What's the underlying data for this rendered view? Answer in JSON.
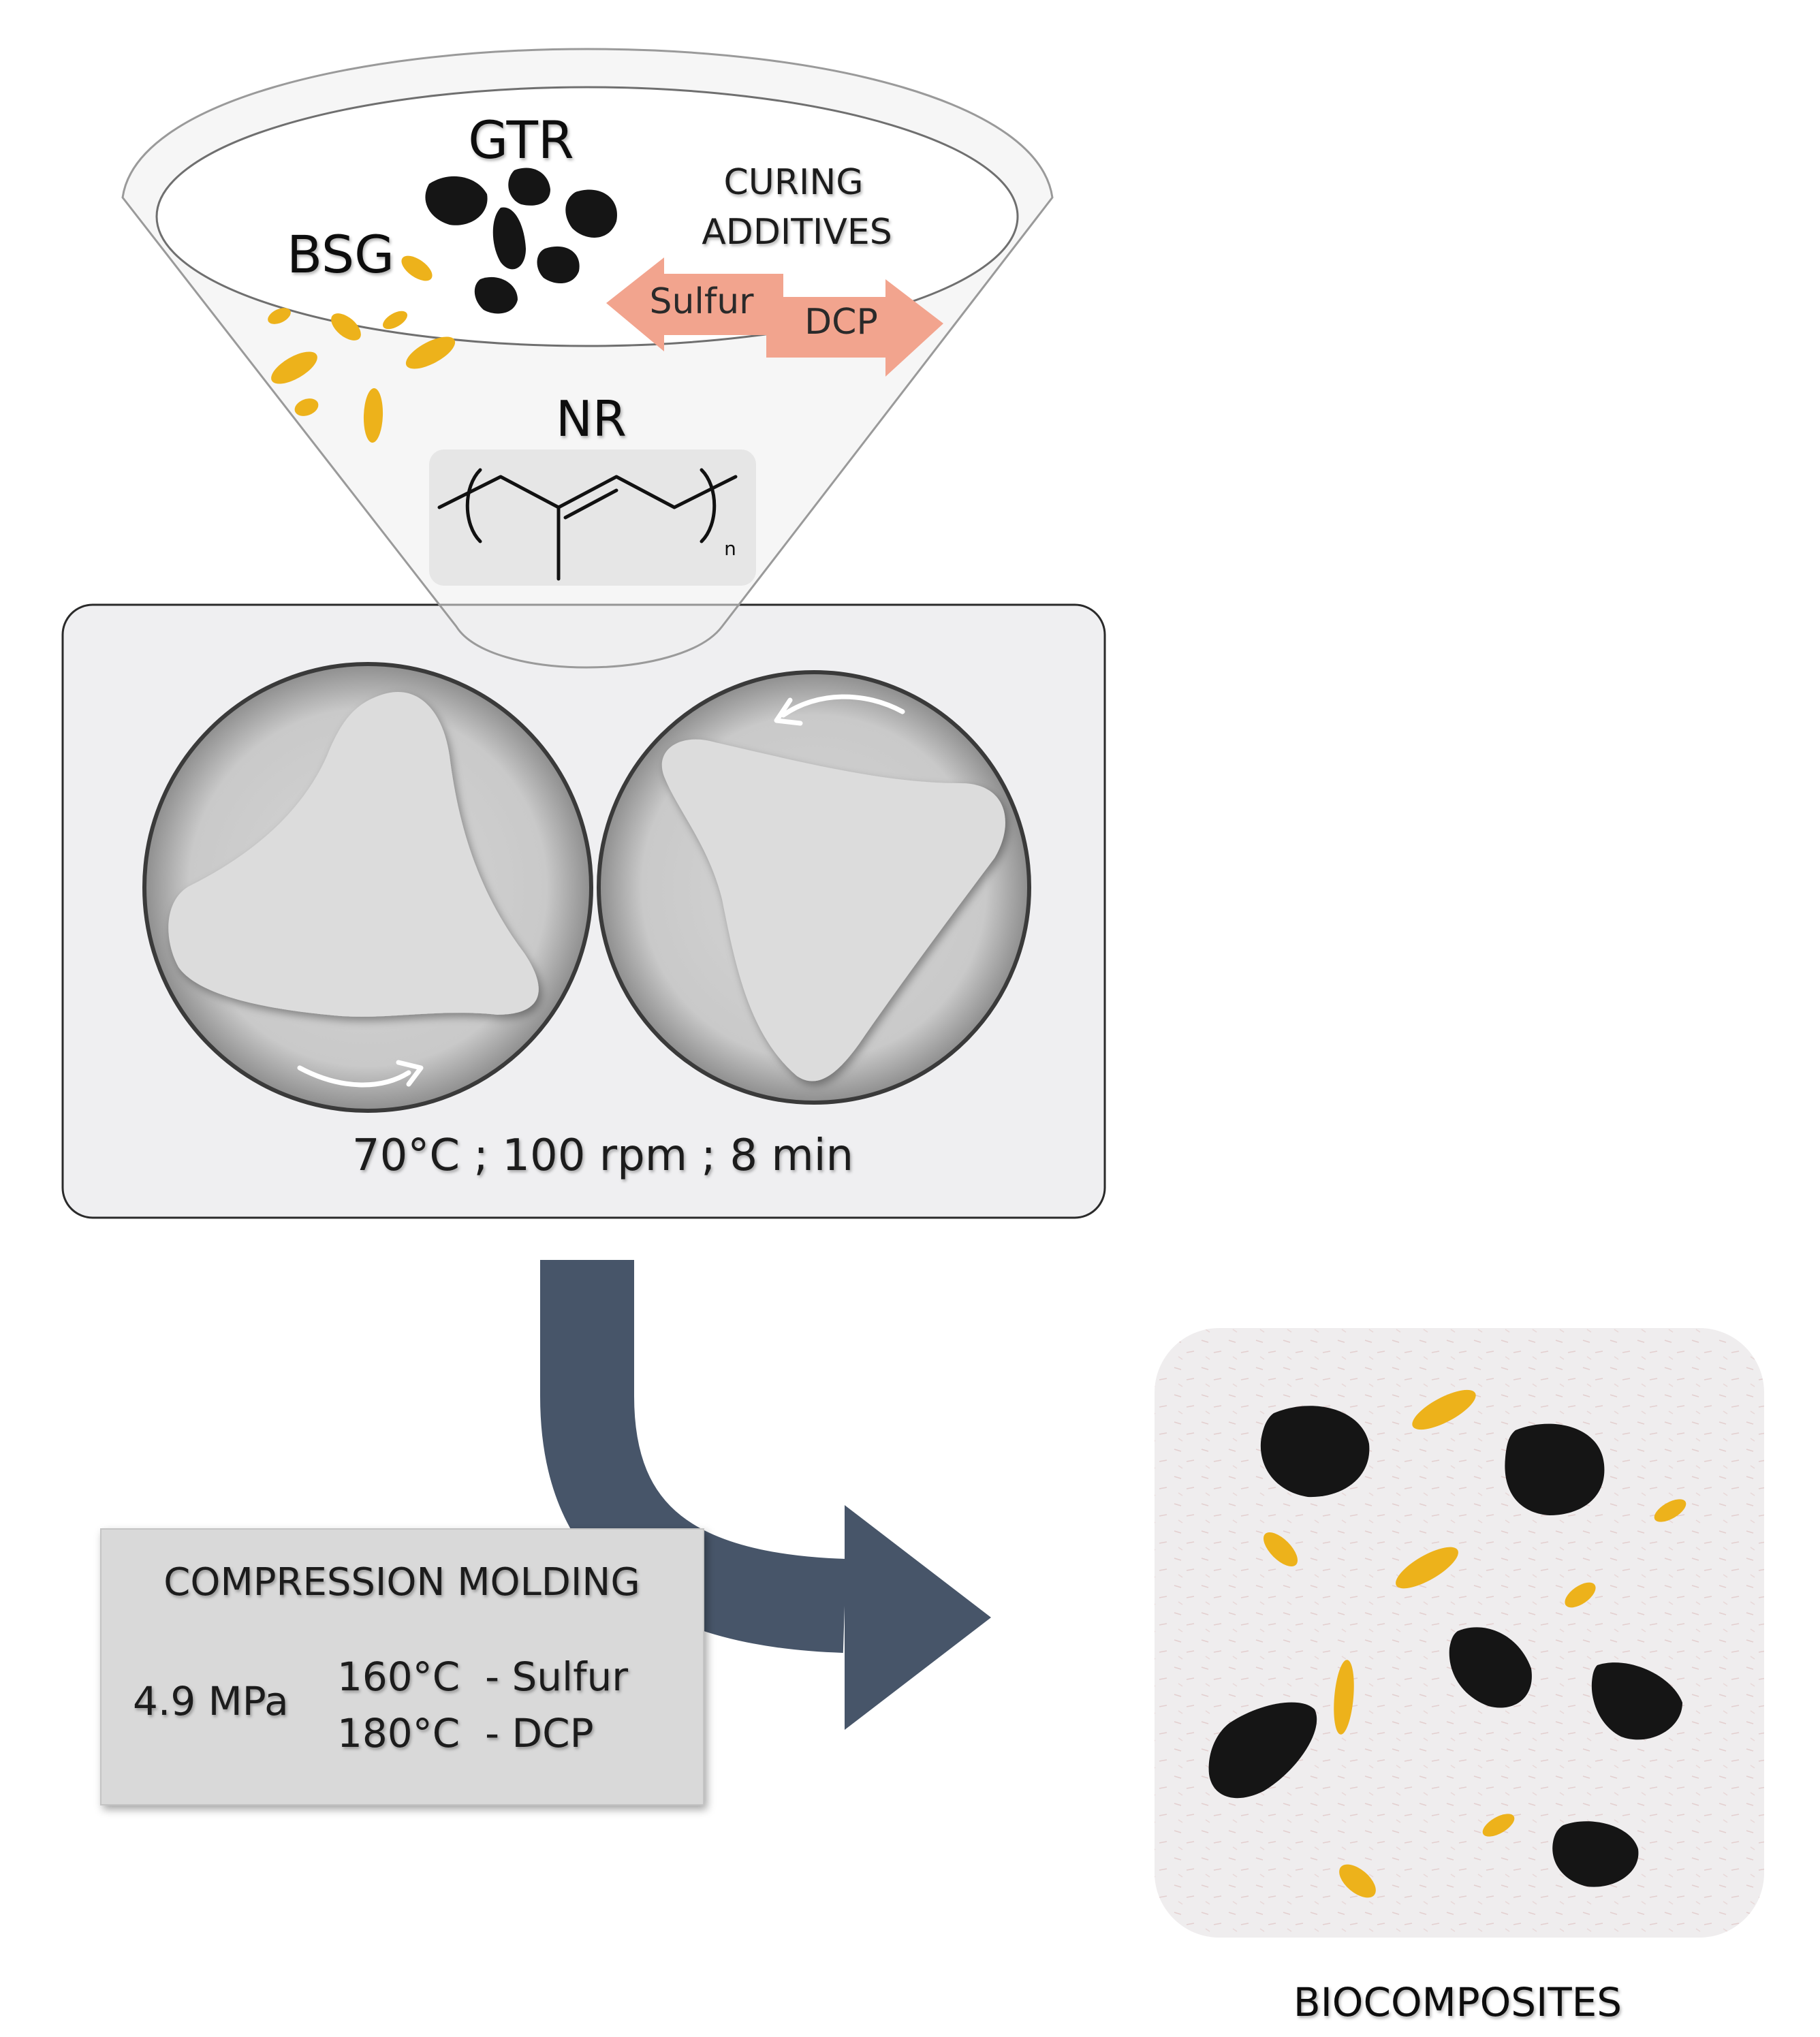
{
  "hopper": {
    "gtr_label": "GTR",
    "bsg_label": "BSG",
    "curing_line1": "CURING",
    "curing_line2": "ADDITIVES",
    "sulfur_label": "Sulfur",
    "dcp_label": "DCP",
    "nr_label": "NR",
    "nr_subscript": "n"
  },
  "mixer": {
    "conditions": "70°C ; 100 rpm ; 8 min"
  },
  "molding": {
    "title": "COMPRESSION MOLDING",
    "pressure": "4.9 MPa",
    "line1": "160°C  - Sulfur",
    "line2": "180°C  - DCP"
  },
  "result": {
    "label": "BIOCOMPOSITES"
  },
  "colors": {
    "bsg_yellow": "#EDB21B",
    "gtr_black": "#151515",
    "curing_arrow": "#F2A48E",
    "flow_arrow": "#475569",
    "panel_gray": "#EFEFF1",
    "molding_box": "#D9D9D9"
  }
}
